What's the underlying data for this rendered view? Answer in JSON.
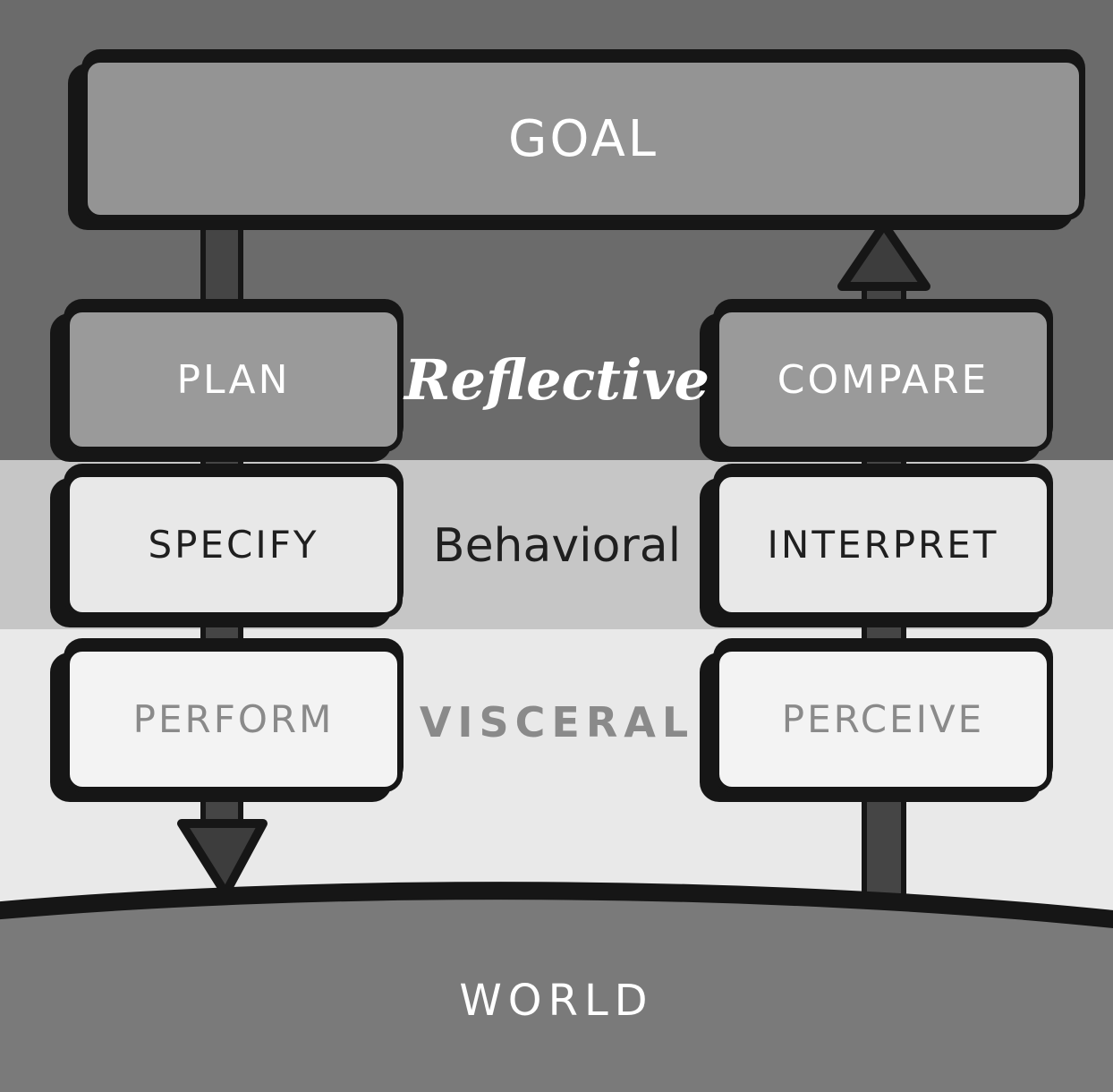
{
  "diagram": {
    "title_context": "action cycle levels diagram",
    "goal": {
      "label": "GOAL"
    },
    "world": {
      "label": "WORLD"
    },
    "bands": [
      {
        "id": "reflective",
        "label": "Reflective",
        "left_box": "PLAN",
        "right_box": "COMPARE"
      },
      {
        "id": "behavioral",
        "label": "Behavioral",
        "left_box": "SPECIFY",
        "right_box": "INTERPRET"
      },
      {
        "id": "visceral",
        "label": "VISCERAL",
        "left_box": "PERFORM",
        "right_box": "PERCEIVE"
      }
    ],
    "icons": {
      "execution_arrow": "down-arrow-icon",
      "evaluation_arrow": "up-arrow-icon"
    },
    "colors": {
      "reflective_band": "#6b6b6b",
      "behavioral_band": "#c6c6c6",
      "visceral_band": "#e9e9e9",
      "world_fill": "#7a7a7a",
      "outline_ink": "#161616",
      "connector": "#454545",
      "arrowhead": "#3d3d3d",
      "goal_box_fill": "#949494",
      "reflective_box_fill": "#9a9a9a",
      "behavioral_box_fill": "#e8e8e8",
      "visceral_box_fill": "#f3f3f3",
      "light_text": "#ffffff",
      "dark_text": "#1f1f1f",
      "muted_text": "#8a8a8a"
    }
  }
}
